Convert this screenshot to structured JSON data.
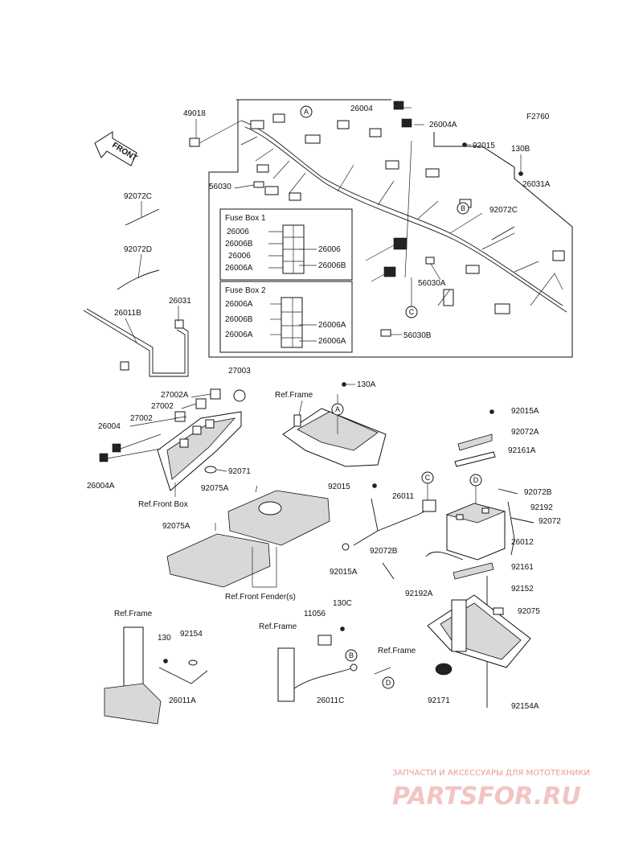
{
  "figure_code": "F2760",
  "front_arrow_label": "FRONT",
  "fuse_boxes": {
    "box1_title": "Fuse Box 1",
    "box2_title": "Fuse Box 2"
  },
  "callouts": [
    "A",
    "B",
    "C",
    "D"
  ],
  "parts": {
    "p49018": "49018",
    "p26004_top": "26004",
    "p26004A_top": "26004A",
    "p92015_top": "92015",
    "p130B": "130B",
    "p26031A": "26031A",
    "p92072C_r": "92072C",
    "p56030": "56030",
    "p92072C_l": "92072C",
    "p92072D": "92072D",
    "p26031": "26031",
    "p26011B": "26011B",
    "fb1_1": "26006",
    "fb1_2": "26006B",
    "fb1_3": "26006",
    "fb1_4": "26006A",
    "fb1_r1": "26006",
    "fb1_r2": "26006B",
    "fb2_1": "26006A",
    "fb2_2": "26006B",
    "fb2_3": "26006A",
    "fb2_r1": "26006A",
    "fb2_r2": "26006A",
    "p56030A": "56030A",
    "p56030B": "56030B",
    "p27003": "27003",
    "p27002A": "27002A",
    "p27002_a": "27002",
    "p27002_b": "27002",
    "p26004_l": "26004",
    "p26004A_l": "26004A",
    "p92071": "92071",
    "ref_front_box": "Ref.Front Box",
    "ref_frame_mid": "Ref.Frame",
    "p130A": "130A",
    "p92015A_r": "92015A",
    "p92072A": "92072A",
    "p92161A": "92161A",
    "p92072B_r": "92072B",
    "p92192": "92192",
    "p92072": "92072",
    "p26012": "26012",
    "p92161": "92161",
    "p92152": "92152",
    "p92075": "92075",
    "p92154A": "92154A",
    "p92171": "92171",
    "ref_frame_br": "Ref.Frame",
    "p92075A_1": "92075A",
    "p92075A_2": "92075A",
    "ref_front_fender": "Ref.Front Fender(s)",
    "p92015_mid": "92015",
    "p26011": "26011",
    "p92015A_mid": "92015A",
    "p92072B_mid": "92072B",
    "p92192A": "92192A",
    "ref_frame_bl": "Ref.Frame",
    "p130": "130",
    "p92154": "92154",
    "p26011A": "26011A",
    "ref_frame_bm": "Ref.Frame",
    "p11056": "11056",
    "p130C": "130C",
    "p26011C": "26011C"
  },
  "watermark": {
    "tagline": "ЗАПЧАСТИ И АКСЕССУАРЫ ДЛЯ МОТОТЕХНИКИ",
    "logo": "PARTSFOR.RU"
  }
}
